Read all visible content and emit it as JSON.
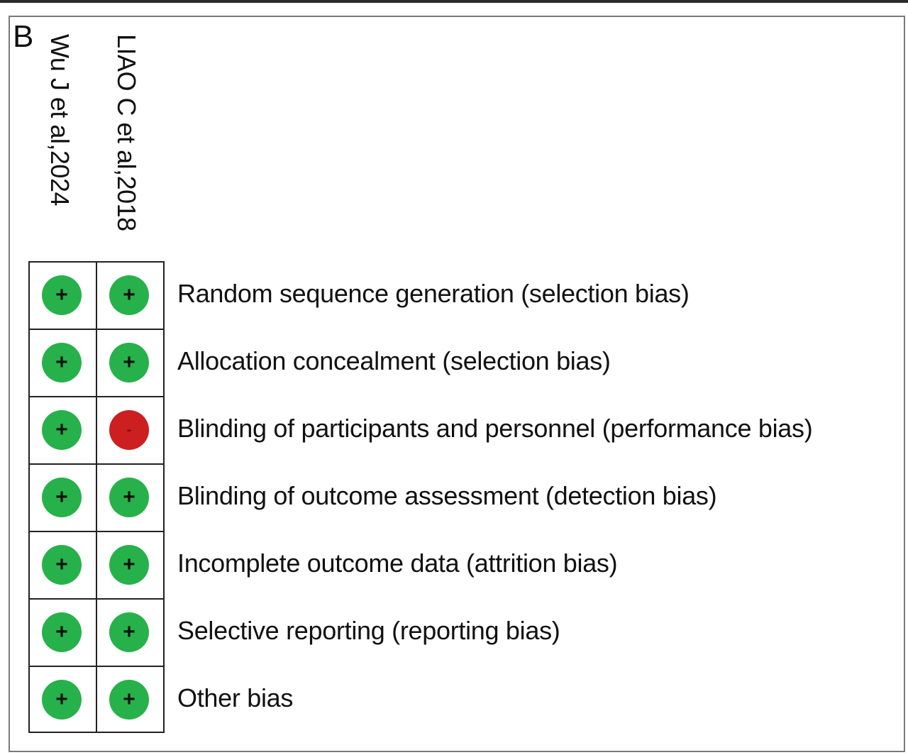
{
  "panel_label": "B",
  "studies": [
    "Wu J et al,2024",
    "LIAO C et al,2018"
  ],
  "domains": [
    "Random sequence generation (selection bias)",
    "Allocation concealment (selection bias)",
    "Blinding of participants and personnel (performance bias)",
    "Blinding of outcome assessment (detection bias)",
    "Incomplete outcome data (attrition bias)",
    "Selective reporting (reporting bias)",
    "Other bias"
  ],
  "judgements": [
    [
      "+",
      "+"
    ],
    [
      "+",
      "+"
    ],
    [
      "+",
      "-"
    ],
    [
      "+",
      "+"
    ],
    [
      "+",
      "+"
    ],
    [
      "+",
      "+"
    ],
    [
      "+",
      "+"
    ]
  ],
  "colors": {
    "low_risk": "#27b14a",
    "high_risk": "#cc1f1f"
  }
}
